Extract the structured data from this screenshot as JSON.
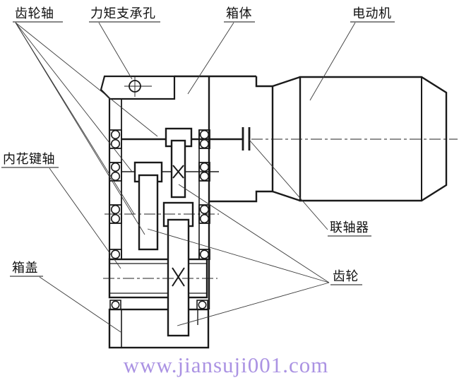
{
  "diagram": {
    "type": "engineering-section-drawing",
    "subject": "gear-reducer-with-motor",
    "labels": {
      "gear_shaft": "齿轮轴",
      "torque_support_hole": "力矩支承孔",
      "housing": "箱体",
      "motor": "电动机",
      "internal_spline_shaft": "内花键轴",
      "housing_cover": "箱盖",
      "coupling": "联轴器",
      "gear": "齿轮"
    },
    "watermark": "www.jiansuji001.com",
    "colors": {
      "background": "#ffffff",
      "line": "#1a1a1a",
      "leader_line": "#3a3a3a",
      "watermark": "#ab93e3"
    }
  }
}
